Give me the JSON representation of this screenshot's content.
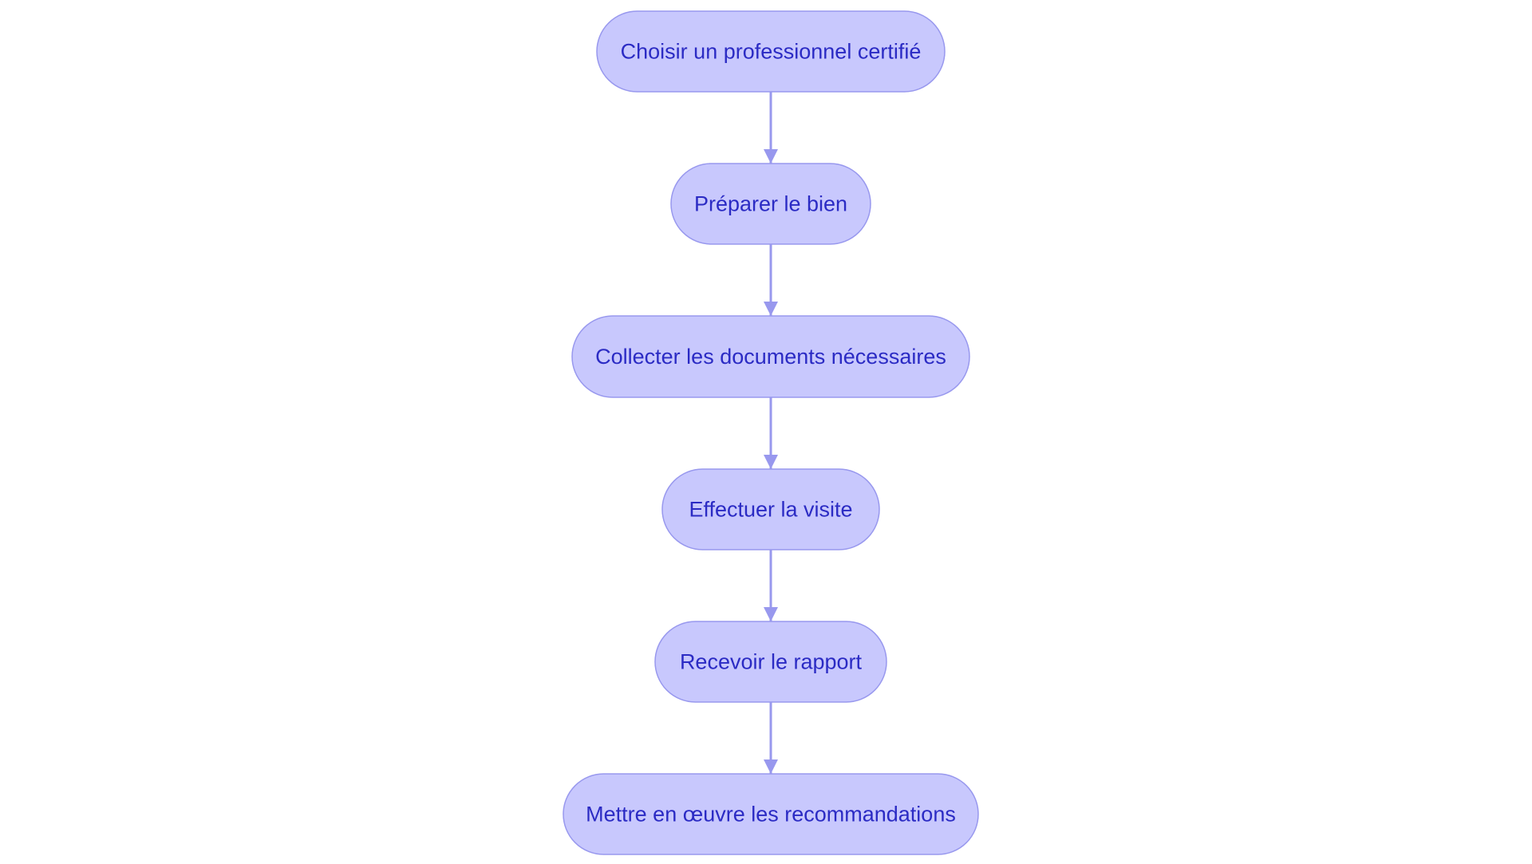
{
  "flowchart": {
    "nodes": [
      {
        "id": "n1",
        "label": "Choisir un professionnel certifié"
      },
      {
        "id": "n2",
        "label": "Préparer le bien"
      },
      {
        "id": "n3",
        "label": "Collecter les documents nécessaires"
      },
      {
        "id": "n4",
        "label": "Effectuer la visite"
      },
      {
        "id": "n5",
        "label": "Recevoir le rapport"
      },
      {
        "id": "n6",
        "label": "Mettre en œuvre les recommandations"
      }
    ],
    "edges": [
      {
        "from": "n1",
        "to": "n2"
      },
      {
        "from": "n2",
        "to": "n3"
      },
      {
        "from": "n3",
        "to": "n4"
      },
      {
        "from": "n4",
        "to": "n5"
      },
      {
        "from": "n5",
        "to": "n6"
      }
    ]
  },
  "colors": {
    "node_fill": "#c8c8fd",
    "node_stroke": "#9898ee",
    "text": "#2b2bc4",
    "edge": "#9898ee",
    "background": "#ffffff"
  }
}
